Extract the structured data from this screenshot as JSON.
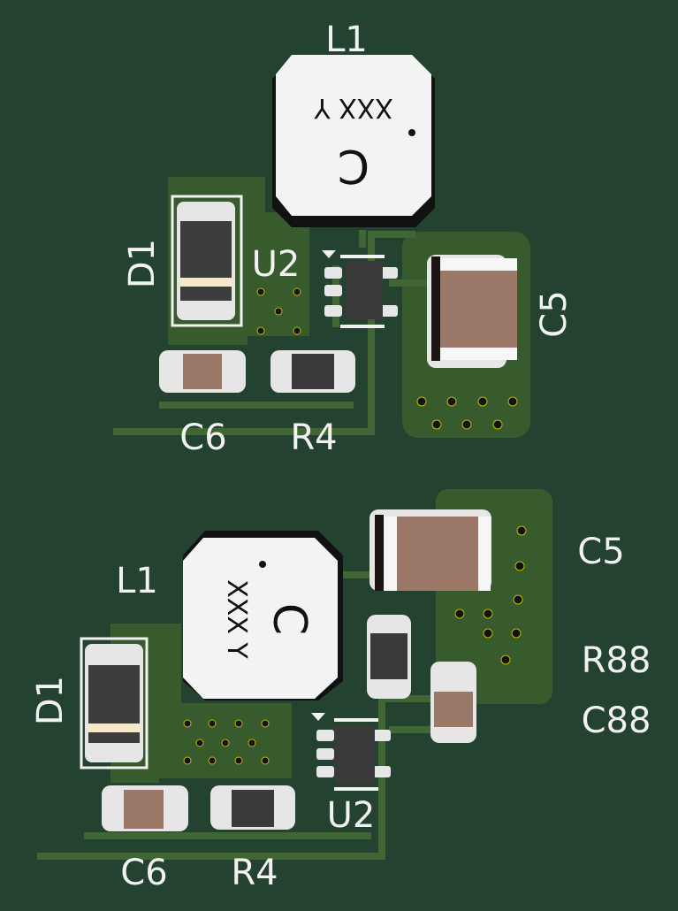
{
  "colors": {
    "board": "#234330",
    "copper": "#375b2d",
    "trace": "#3f6633",
    "silkscreen": "#f2f2f2",
    "pad": "#e6e6e6",
    "ceramic": "#9c7868",
    "black_body": "#3a3a3a"
  },
  "top_circuit": {
    "inductor": {
      "ref": "L1",
      "marking": "XXX Y",
      "logo": "C"
    },
    "diode": {
      "ref": "D1"
    },
    "ic": {
      "ref": "U2"
    },
    "cap_big": {
      "ref": "C5"
    },
    "cap_small": {
      "ref": "C6"
    },
    "resistor": {
      "ref": "R4"
    }
  },
  "bottom_circuit": {
    "inductor": {
      "ref": "L1",
      "marking": "XXX Y",
      "logo": "C"
    },
    "diode": {
      "ref": "D1"
    },
    "ic": {
      "ref": "U2"
    },
    "cap_big": {
      "ref": "C5"
    },
    "cap_small": {
      "ref": "C6"
    },
    "resistor": {
      "ref": "R4"
    },
    "resistor2": {
      "ref": "R88"
    },
    "cap2": {
      "ref": "C88"
    }
  }
}
